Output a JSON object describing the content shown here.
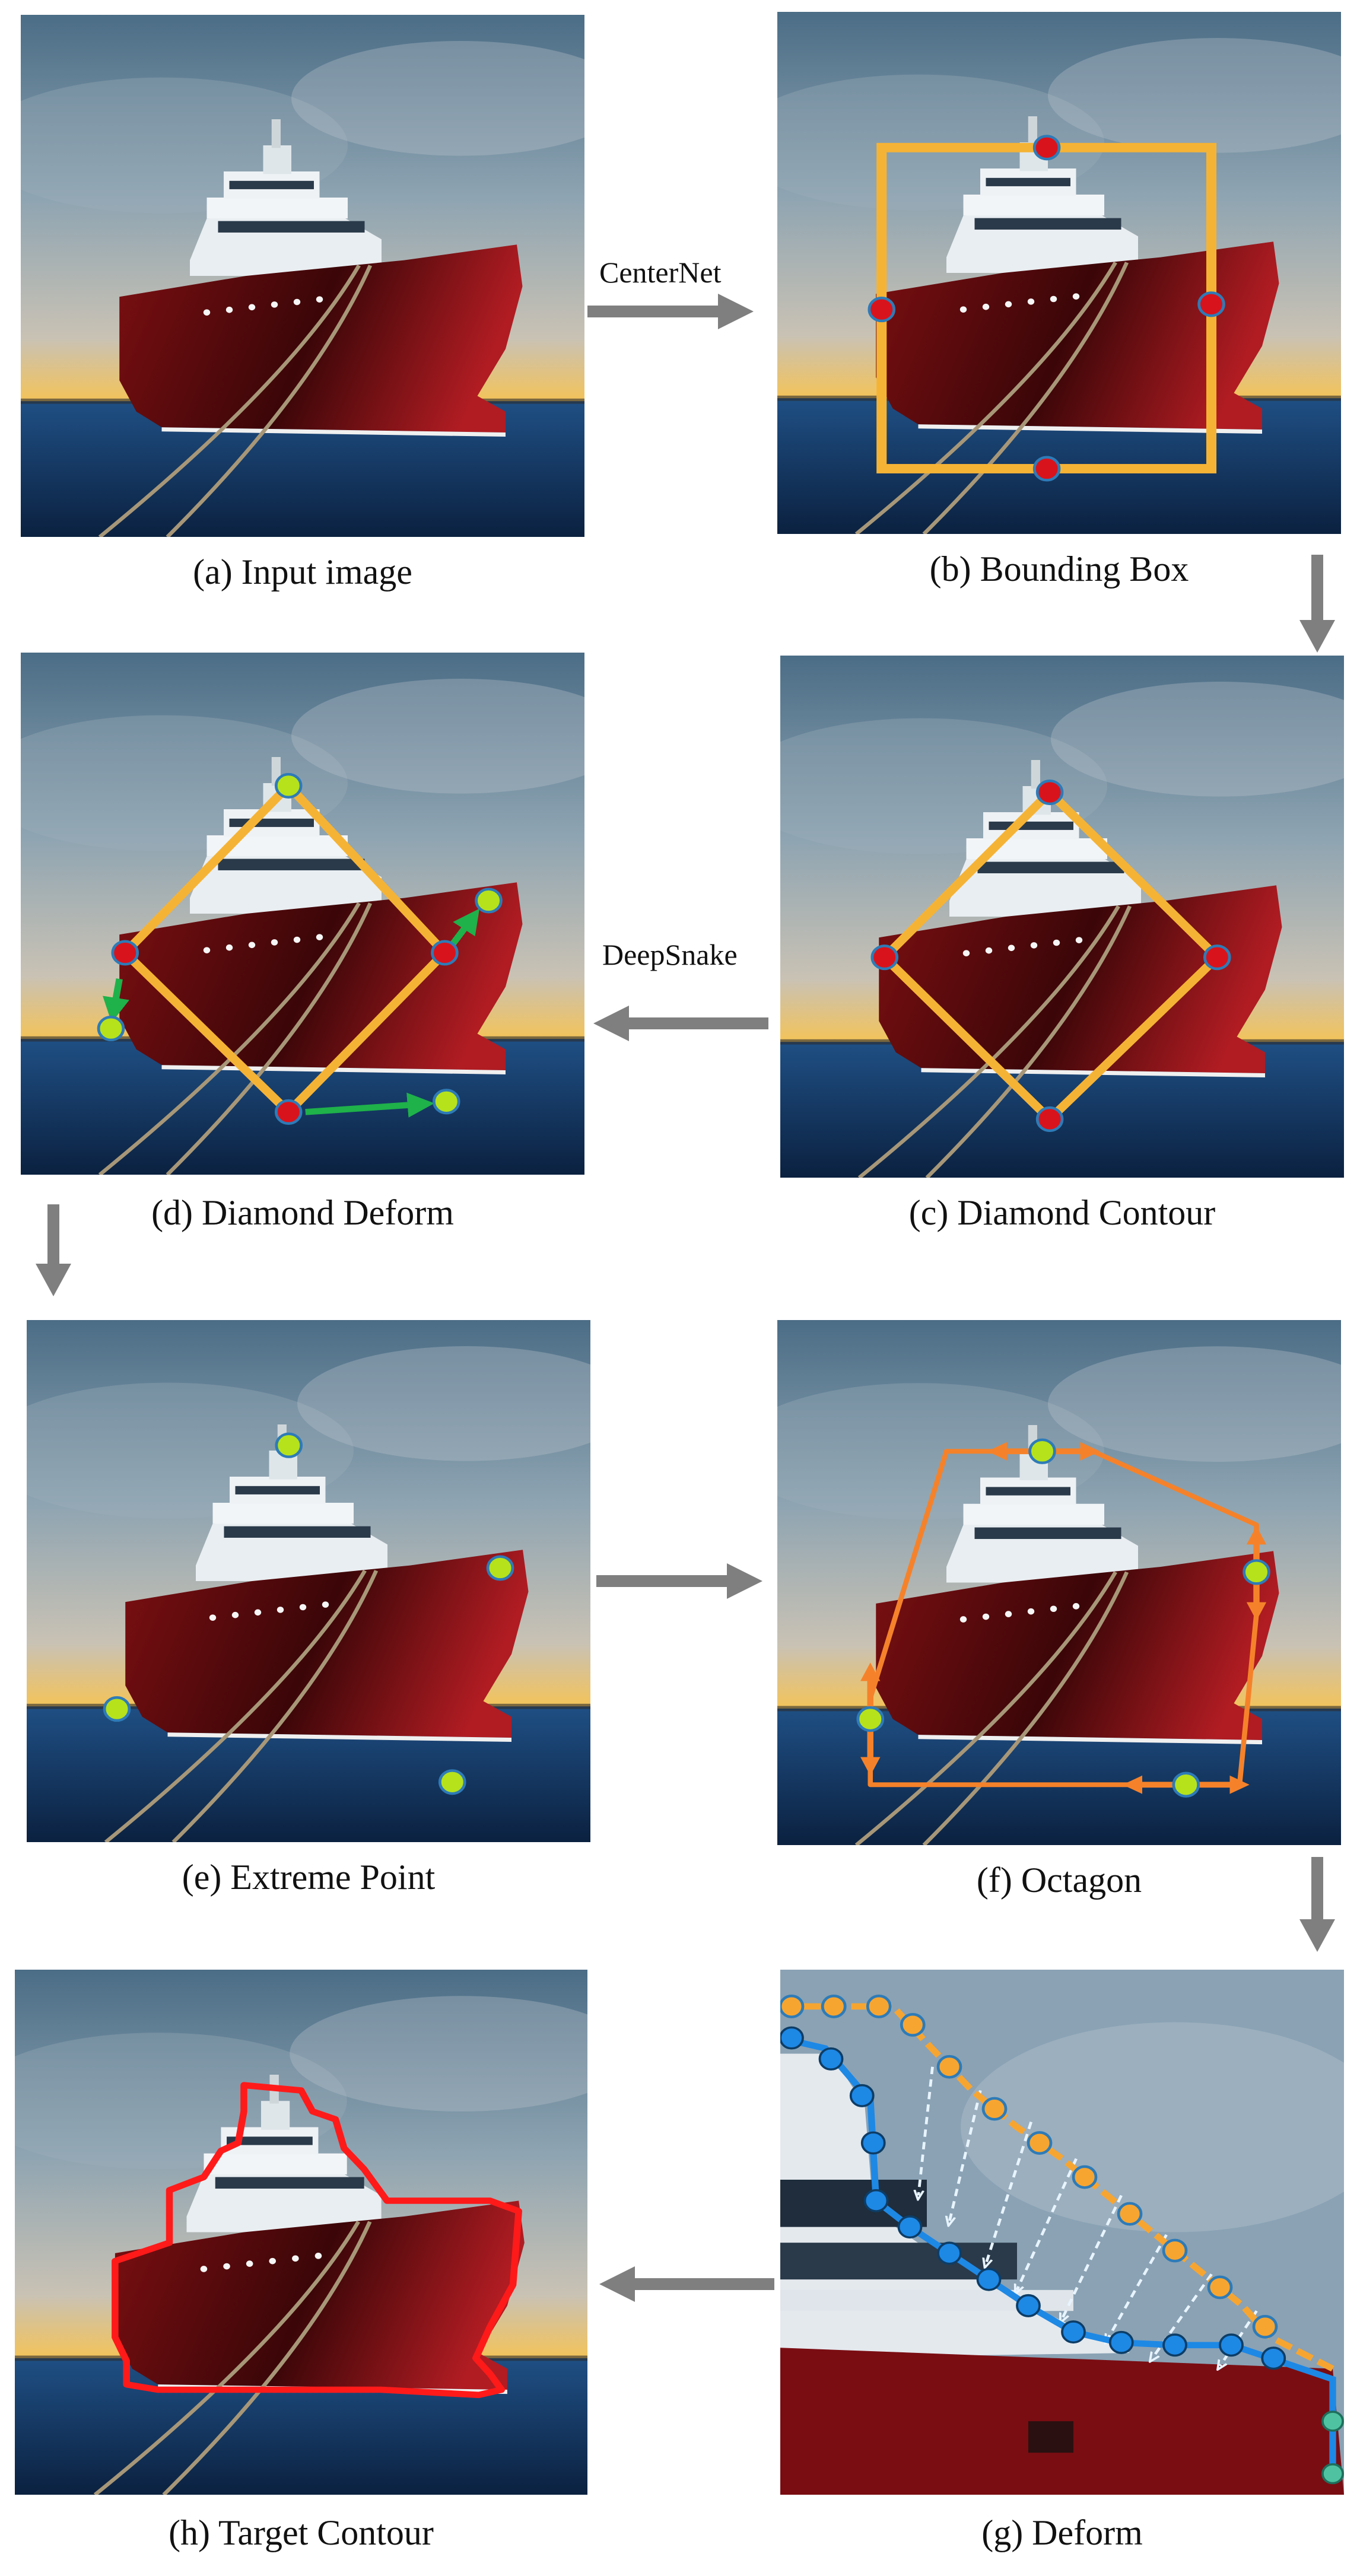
{
  "figure": {
    "panels": [
      {
        "id": "a",
        "caption": "(a) Input image",
        "overlay": "none"
      },
      {
        "id": "b",
        "caption": "(b) Bounding Box",
        "overlay": "bounding-box"
      },
      {
        "id": "c",
        "caption": "(c) Diamond Contour",
        "overlay": "diamond"
      },
      {
        "id": "d",
        "caption": "(d) Diamond Deform",
        "overlay": "diamond-deform"
      },
      {
        "id": "e",
        "caption": "(e) Extreme Point",
        "overlay": "extreme-points"
      },
      {
        "id": "f",
        "caption": "(f) Octagon",
        "overlay": "octagon"
      },
      {
        "id": "g",
        "caption": "(g) Deform",
        "overlay": "deform-closeup"
      },
      {
        "id": "h",
        "caption": "(h)  Target Contour",
        "overlay": "target-contour"
      }
    ],
    "arrow_labels": {
      "a_to_b": "CenterNet",
      "c_to_d": "DeepSnake"
    },
    "colors": {
      "box": "#f5b335",
      "extreme_point_red": "#d9131b",
      "extreme_point_green": "#b6e21c",
      "deform_arrow": "#1fb14a",
      "octagon": "#f5822a",
      "contour_red": "#ff1a1a",
      "snake_blue": "#1e88e5",
      "snake_orange": "#f7a531",
      "flow_arrow": "#7f7f7f"
    }
  }
}
